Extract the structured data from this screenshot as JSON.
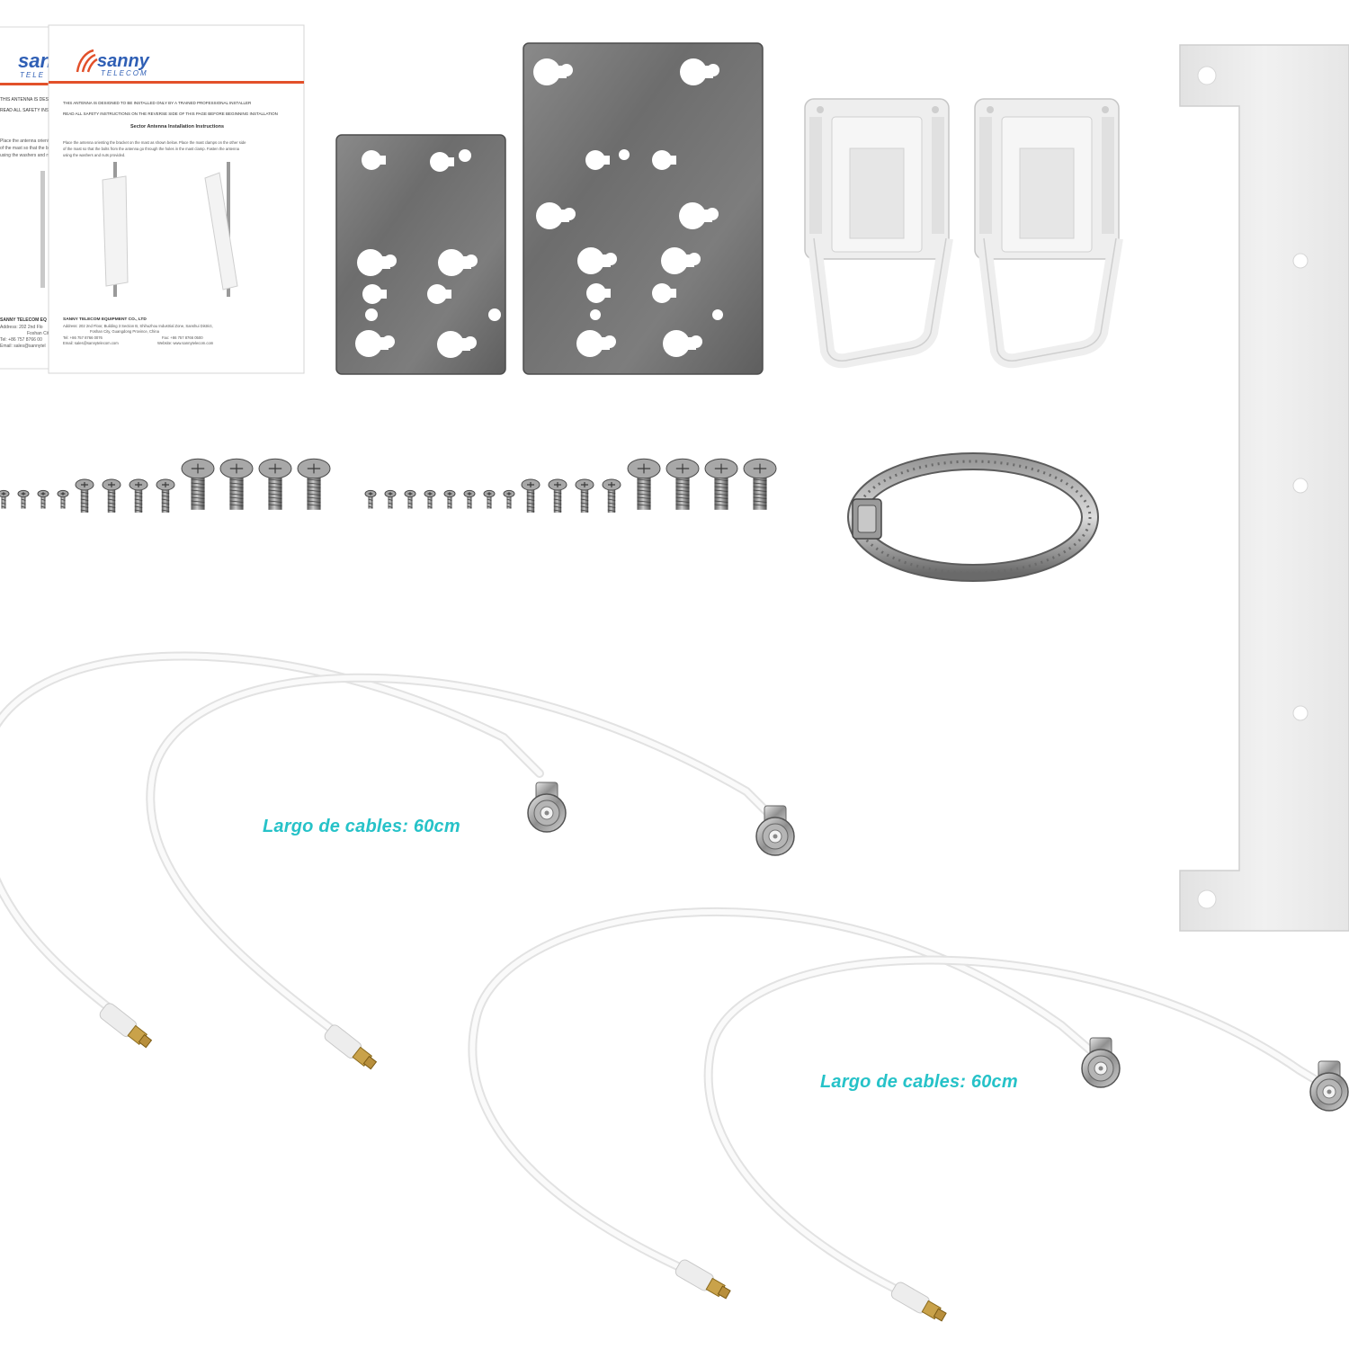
{
  "manual": {
    "brand_word": "sanny",
    "brand_sub": "TELECOM",
    "back_brand_word": "san",
    "back_brand_sub": "TELE",
    "notice_line_1": "THIS ANTENNA IS DESIGNED TO BE INSTALLED ONLY BY A TRAINED PROFESSIONAL INSTALLER",
    "notice_line_2": "READ ALL SAFETY INSTRUCTIONS ON THE REVERSE SIDE OF THIS PAGE BEFORE BEGINNING INSTALLATION",
    "section_title": "Sector Antenna Installation Instructions",
    "body_1": "Place the antenna orienting the bracket on the mast as shown below. Place the mast clamps on the other side",
    "body_2": "of the mast so that the bolts from the antenna go through the holes in the mast clamp. Fasten the antenna",
    "body_3": "using the washers and nuts provided.",
    "company": "SANNY TELECOM EQUIPMENT CO., LTD",
    "address_1": "Address: 202 2nd Floor, Building 3 Section B, Shihuzhou Industrial Zone, Sanshui District,",
    "address_2": "Foshan City, Guangdong Province, China",
    "tel": "Tel: +86 757 8766 0076",
    "fax": "Fax: +86 757 8766 0500",
    "email": "Email: sales@sannytelecom.com",
    "website": "Website: www.sannytelecom.com",
    "back_notice": "THIS ANTENNA IS DESIG",
    "back_read": "READ ALL SAFETY INSTR",
    "back_body_1": "Place the antenna orient",
    "back_body_2": "of the mast so that the b",
    "back_body_3": "using the washers and nu",
    "back_company": "SANNY TELECOM EQ",
    "back_address": "Address: 202 2nd Flo",
    "back_city": "Foshan City,",
    "back_tel": "Tel: +86 757 8766 00",
    "back_email": "Email: sales@sannytel"
  },
  "captions": {
    "cable_length_1": "Largo de cables: 60cm",
    "cable_length_2": "Largo de cables: 60cm"
  },
  "colors": {
    "caption": "#26c2c8",
    "brand_red": "#e2502a",
    "brand_blue": "#2f5fb5",
    "steel": "#7a7a7a",
    "plastic": "#ececec"
  },
  "icons": [
    "sanny-logo-icon",
    "antenna-illustration-icon",
    "n-connector-icon",
    "sma-connector-icon"
  ]
}
